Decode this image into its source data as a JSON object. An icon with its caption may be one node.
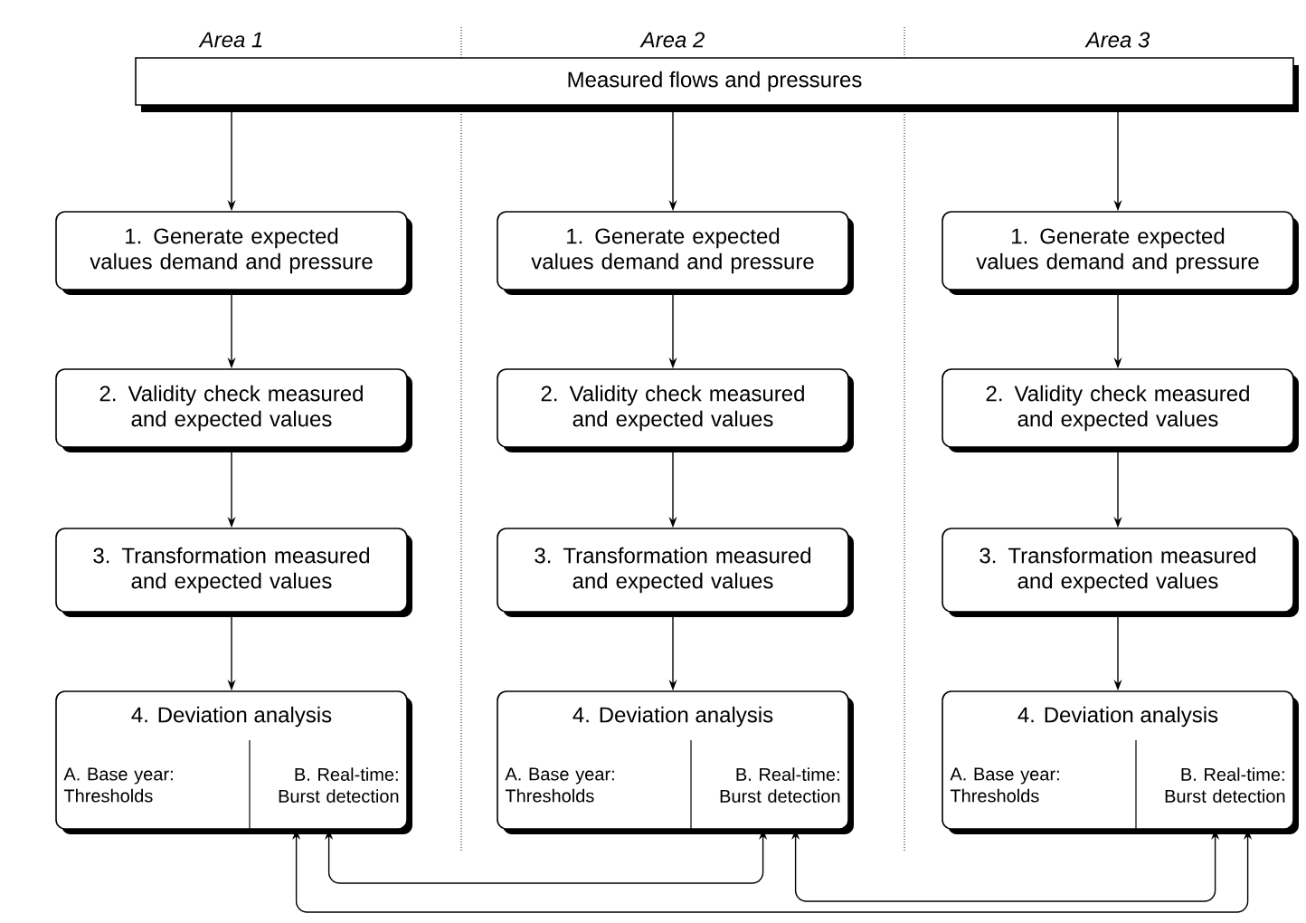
{
  "diagram": {
    "nodes": [
      {
        "text": [
          "Measured flows and pressures"
        ]
      },
      {
        "text": [
          "1. Generate expected values demand and pressure"
        ]
      },
      {
        "text": [
          "2. Validity check measured and expected values"
        ]
      },
      {
        "text": [
          "3. Transformation measured and expected values"
        ]
      },
      {
        "text": [
          "4. Deviation analysis"
        ]
      },
      {
        "text": [
          "A. Base year: Thresholds"
        ],
        "in": 4
      },
      {
        "text": [
          "B. Real-time: Burst detection"
        ],
        "in": 4
      },
      {
        "text": [
          "1. Generate expected values demand and pressure"
        ]
      },
      {
        "text": [
          "2. Validity check measured and expected values"
        ]
      },
      {
        "text": [
          "3. Transformation measured and expected values"
        ]
      },
      {
        "text": [
          "4. Deviation analysis"
        ]
      },
      {
        "text": [
          "A. Base year: Thresholds"
        ],
        "in": 10
      },
      {
        "text": [
          "B. Real-time: Burst detection"
        ],
        "in": 10
      },
      {
        "text": [
          "1. Generate expected values demand and pressure"
        ]
      },
      {
        "text": [
          "2. Validity check measured and expected values"
        ]
      },
      {
        "text": [
          "3. Transformation measured and expected values"
        ]
      },
      {
        "text": [
          "4. Deviation analysis"
        ]
      },
      {
        "text": [
          "A. Base year: Thresholds"
        ],
        "in": 16
      },
      {
        "text": [
          "B. Real-time: Burst detection"
        ],
        "in": 16
      }
    ],
    "edges": [
      {
        "from": 0,
        "to": 1,
        "arrow": "to"
      },
      {
        "from": 1,
        "to": 2,
        "arrow": "to"
      },
      {
        "from": 2,
        "to": 3,
        "arrow": "to"
      },
      {
        "from": 3,
        "to": 4,
        "arrow": "to"
      },
      {
        "from": 0,
        "to": 7,
        "arrow": "to"
      },
      {
        "from": 7,
        "to": 8,
        "arrow": "to"
      },
      {
        "from": 8,
        "to": 9,
        "arrow": "to"
      },
      {
        "from": 9,
        "to": 10,
        "arrow": "to"
      },
      {
        "from": 0,
        "to": 13,
        "arrow": "to"
      },
      {
        "from": 13,
        "to": 14,
        "arrow": "to"
      },
      {
        "from": 14,
        "to": 15,
        "arrow": "to"
      },
      {
        "from": 15,
        "to": 16,
        "arrow": "to"
      },
      {
        "from": 6,
        "to": 18,
        "arrow": "both"
      },
      {
        "from": 6,
        "to": 12,
        "arrow": "both"
      },
      {
        "from": 12,
        "to": 18,
        "arrow": "both"
      }
    ],
    "labels": [
      "Area 1",
      "Area 2",
      "Area 3"
    ]
  }
}
